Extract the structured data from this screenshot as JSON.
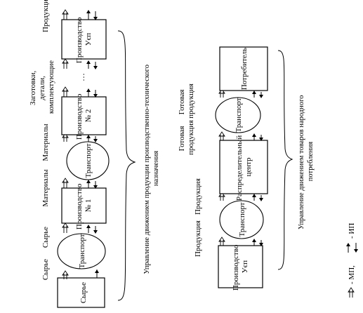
{
  "left_chain": {
    "nodes": {
      "raw_supplier": "Сырье",
      "transport_1": "Транспорт",
      "production_1": [
        "Производство",
        "№ 1"
      ],
      "transport_2": "Транспорт",
      "production_2": [
        "Производство",
        "№ 2"
      ],
      "ellipsis": "…",
      "production_n": [
        "Производство",
        "Уєп"
      ]
    },
    "flow_labels": {
      "raw_1": "Сырье",
      "raw_2": "Сырье",
      "materials_1": "Материалы",
      "materials_2": "Материалы",
      "blanks": [
        "Заготовки,",
        "детали,",
        "комплектующие"
      ],
      "product": "Продукция"
    },
    "brace_label": [
      "Управление движением продукции производственно-технического",
      "назначения"
    ]
  },
  "right_chain": {
    "nodes": {
      "producer": [
        "Производство",
        "Уєп"
      ],
      "transport_1": "Транспорт",
      "distribution_center": [
        "Распределительный",
        "центр"
      ],
      "transport_2": "Транспорт",
      "consumer": "Потребитель"
    },
    "flow_labels": {
      "product_1": "Продукция",
      "product_2": "Продукция",
      "finished_1": [
        "Готовая",
        "продукция"
      ],
      "finished_2": [
        "Готовая",
        "продукция"
      ]
    },
    "brace_label": [
      "Управление движением товаров народного",
      "потребления"
    ]
  },
  "legend": {
    "material_flow": "- МП,",
    "info_flow": "- ИП"
  }
}
